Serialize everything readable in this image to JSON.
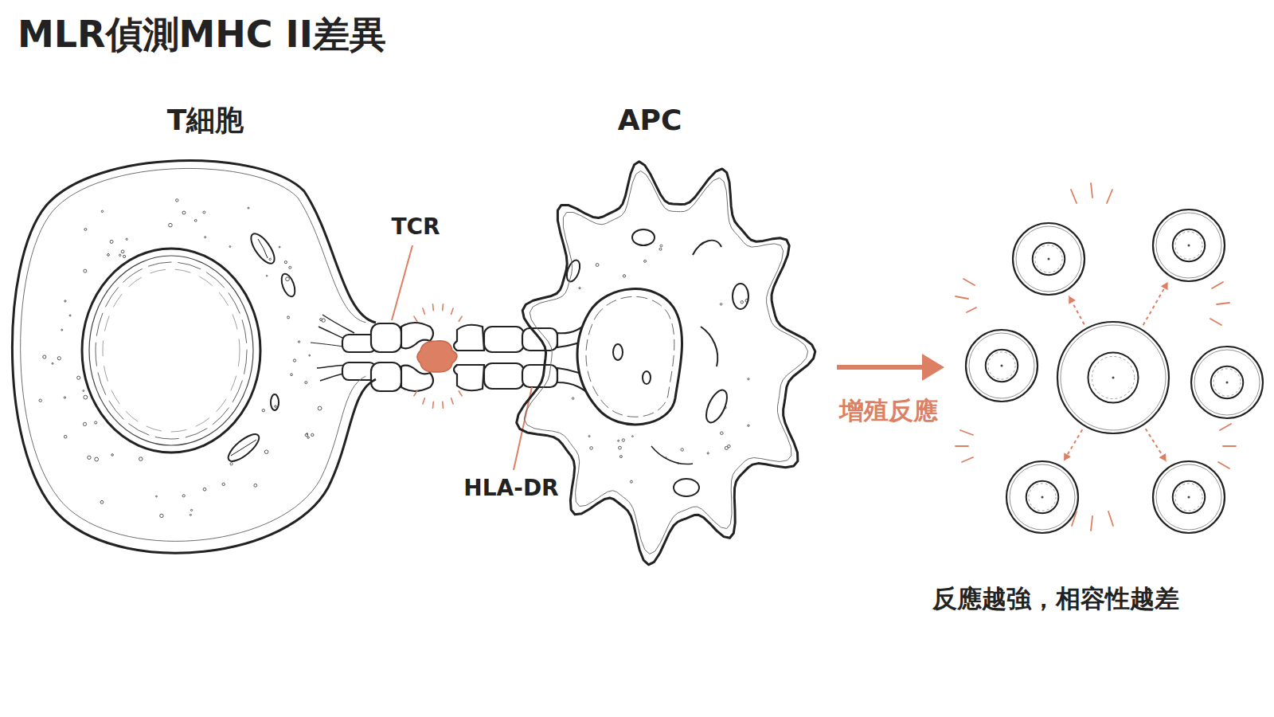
{
  "diagram": {
    "title": "MLR偵測MHC II差異",
    "nodes": [
      {
        "text": [
          "T細胞"
        ]
      },
      {
        "text": [
          "APC"
        ]
      }
    ],
    "labels": [
      "TCR",
      "HLA-DR",
      "增殖反應",
      "反應越強，相容性越差"
    ]
  }
}
